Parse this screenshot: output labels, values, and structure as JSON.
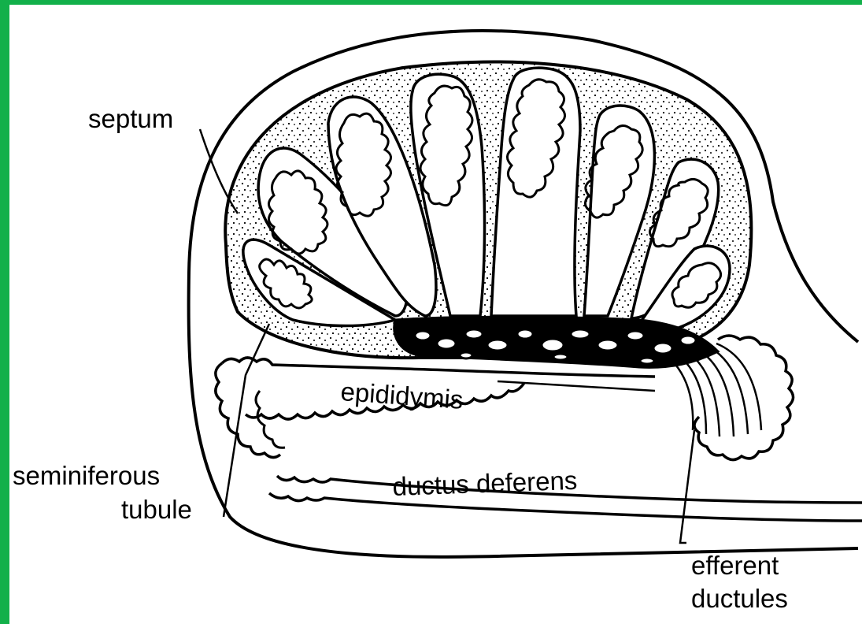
{
  "colors": {
    "border": "#12b04a",
    "background": "#ffffff",
    "ink": "#000000"
  },
  "labels": {
    "septum": "septum",
    "epididymis": "epididymis",
    "seminiferous_line1": "seminiferous",
    "seminiferous_line2": "tubule",
    "ductus_deferens": "ductus deferens",
    "efferent_line1": "efferent",
    "efferent_line2": "ductules"
  }
}
